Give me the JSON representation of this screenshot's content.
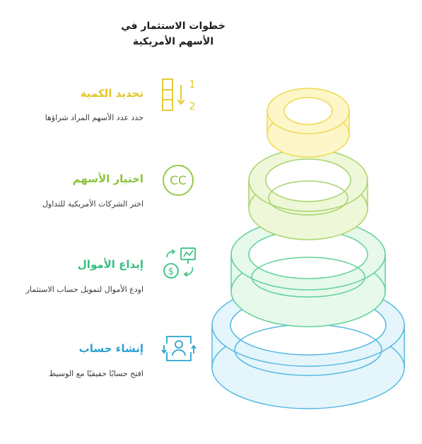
{
  "title": "خطوات  الاستثمار في الأسهم الأمريكية",
  "steps": [
    {
      "heading": "تحديد الكمية",
      "description": "حدد عدد الأسهم المراد شراؤها",
      "icon": "quantity-icon",
      "color": "#e2c725",
      "ring_fill": "#fdf6c8",
      "ring_stroke": "#eed94f"
    },
    {
      "heading": "اختيار الأسهم",
      "description": "اختر الشركات الأمريكية للتداول",
      "icon": "stock-selection-icon",
      "color": "#8cc43e",
      "ring_fill": "#eef7d7",
      "ring_stroke": "#a7d36a"
    },
    {
      "heading": "إيداع الأموال",
      "description": "اودع الأموال لتمويل حساب الاستثمار",
      "icon": "deposit-funds-icon",
      "color": "#36c080",
      "ring_fill": "#e6f9ea",
      "ring_stroke": "#5fd19a"
    },
    {
      "heading": "إنشاء حساب",
      "description": "افتح حسابًا حقيقيًا مع الوسيط",
      "icon": "account-icon",
      "color": "#2aa2d1",
      "ring_fill": "#e4f5fc",
      "ring_stroke": "#56b9e0"
    }
  ],
  "icon_labels": {
    "quantity_top": "1",
    "quantity_bottom": "2",
    "stock_letters": "CC"
  }
}
